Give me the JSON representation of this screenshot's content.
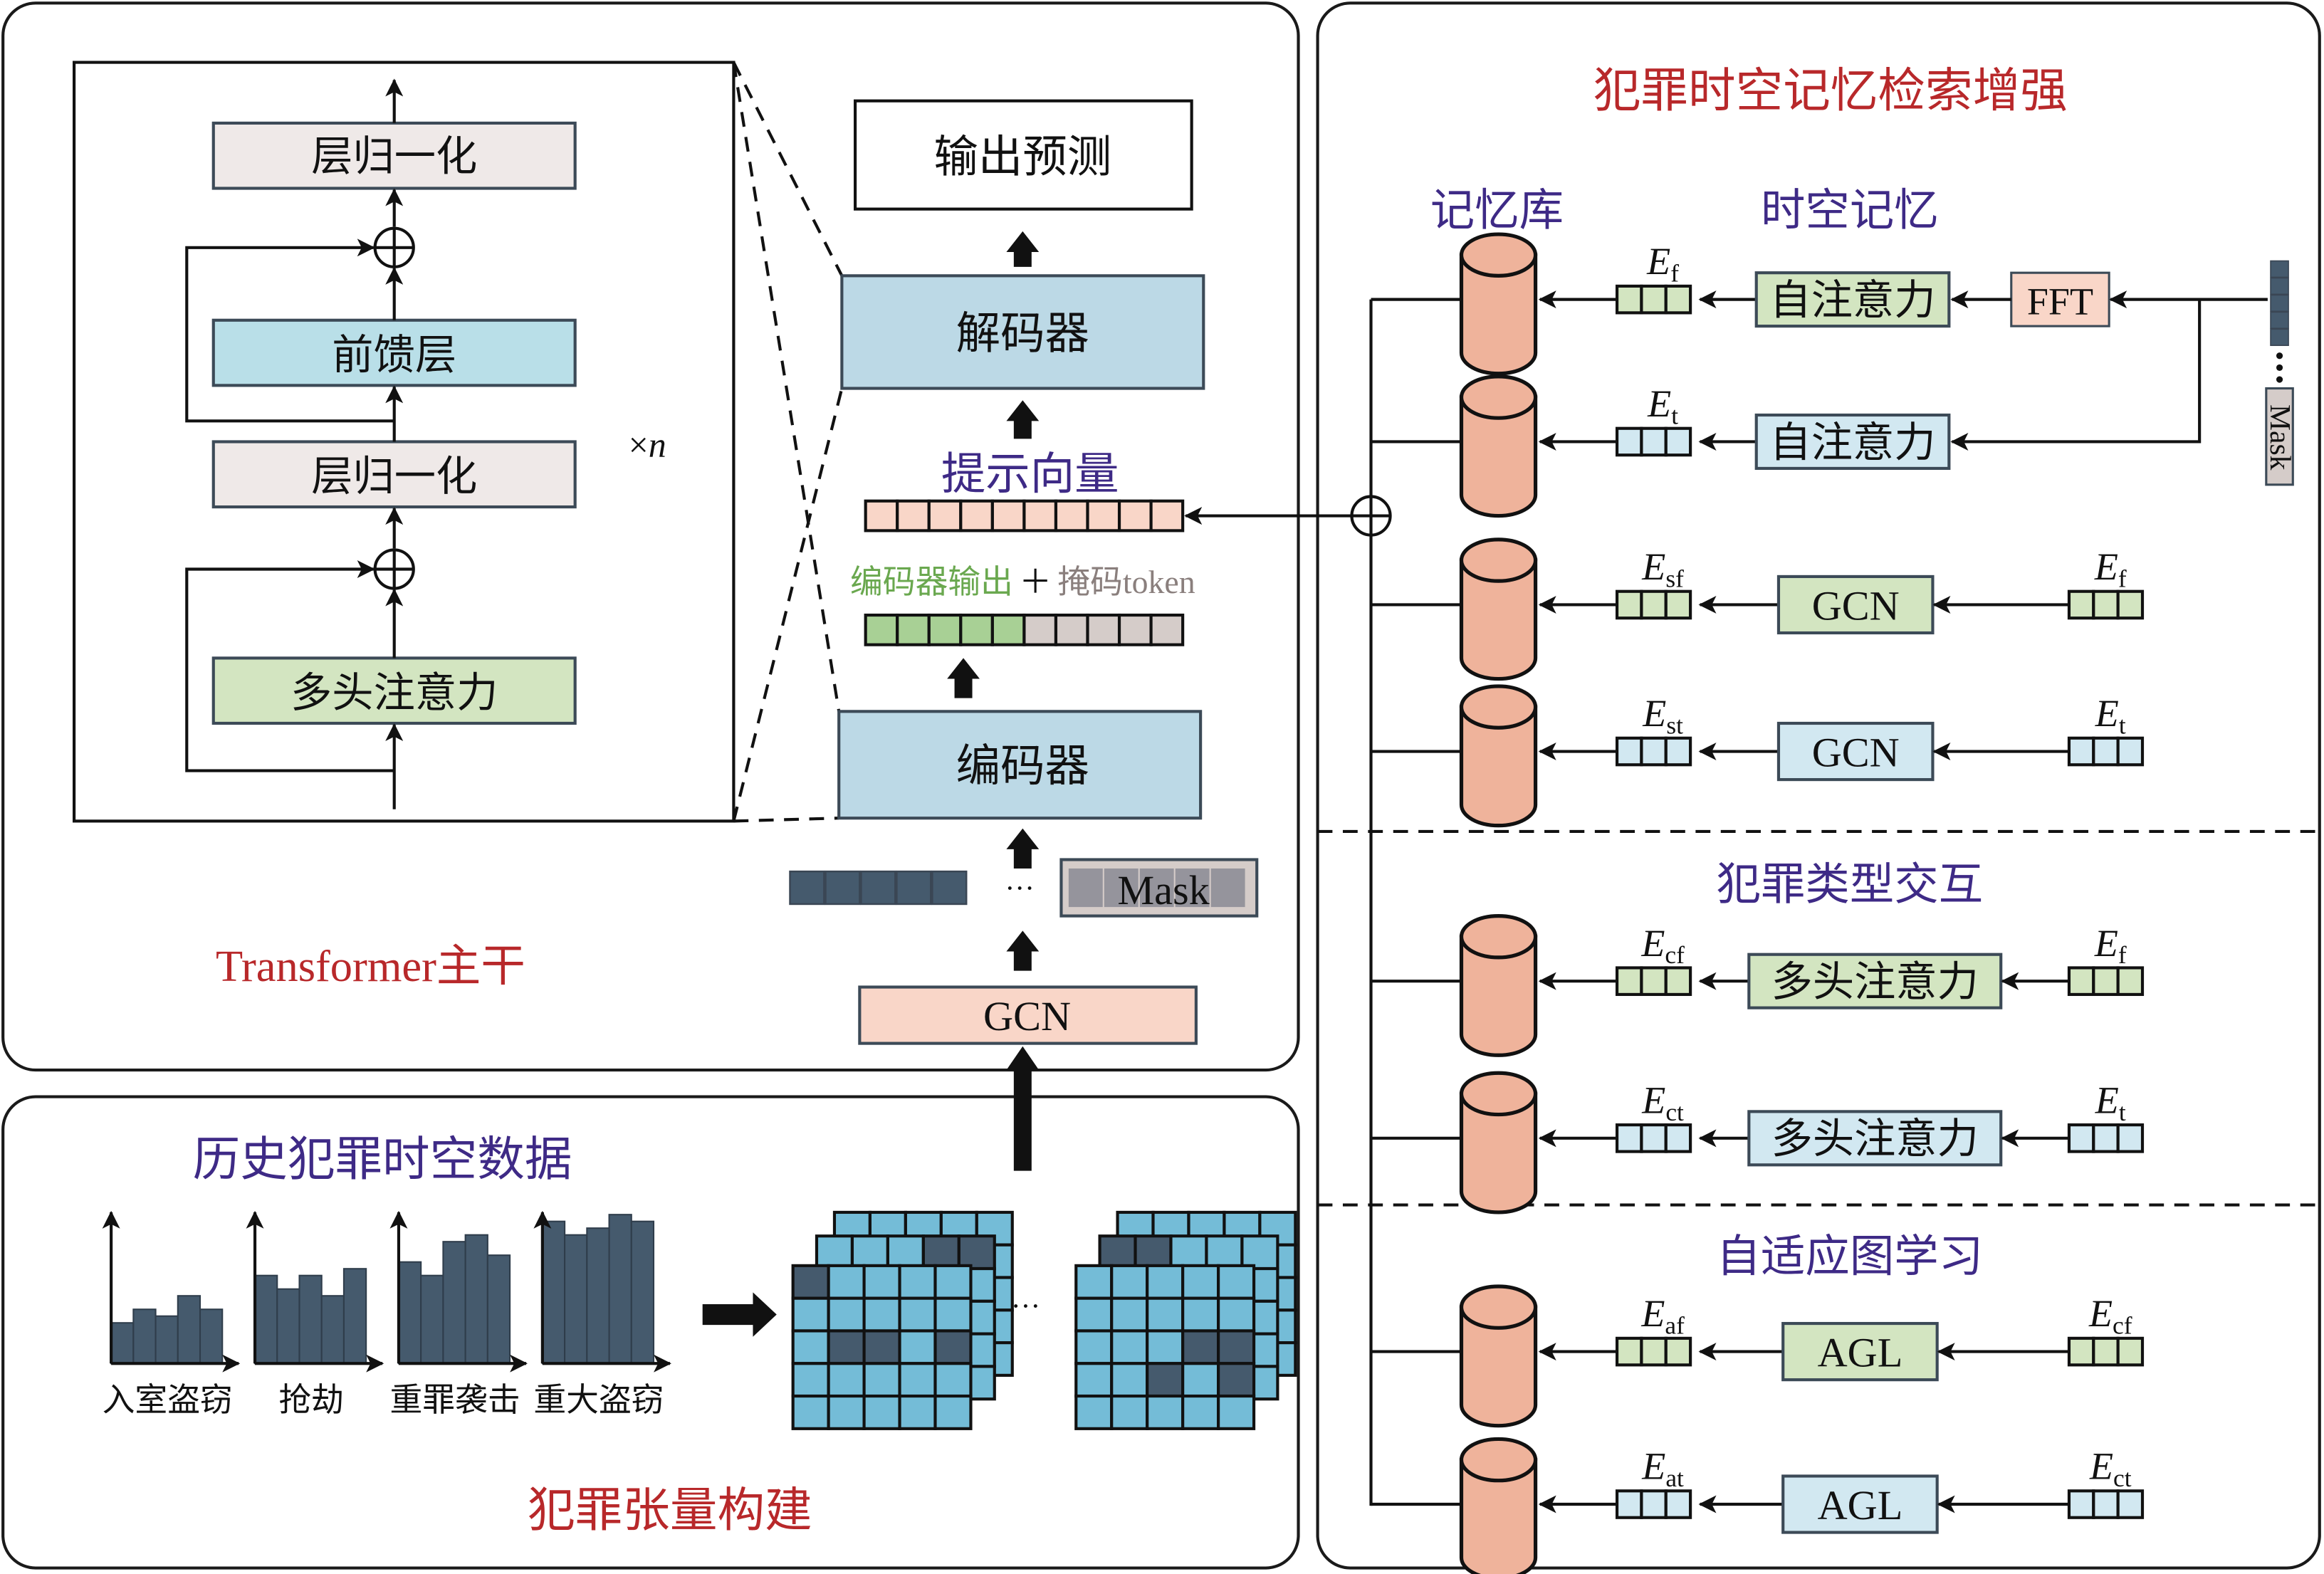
{
  "colors": {
    "layernorm": "#efe9e8",
    "feedforward": "#b9dfe8",
    "attention_green": "#d3e5c1",
    "attention_blue": "#d2e8f1",
    "encoder_decoder": "#bcd9e6",
    "gcn_pink": "#f9d6c8",
    "prompt_cell": "#f9d6c8",
    "encoder_out_cell": "#a8d095",
    "mask_token_cell": "#d5ccc9",
    "input_token": "#455a6d",
    "memory_bank": "#efb39b",
    "tensor_light": "#74bcd7",
    "tensor_dark": "#455a6d",
    "bar": "#455a6d",
    "title_red": "#b8282a",
    "title_purple": "#3e2a86"
  },
  "transformer_panel": {
    "title": "Transformer主干",
    "block": {
      "top_layernorm": "层归一化",
      "feedforward": "前馈层",
      "mid_layernorm": "层归一化",
      "attention": "多头注意力",
      "repeat": "×",
      "repeat_var": "n"
    },
    "output": "输出预测",
    "decoder": "解码器",
    "prompt_label": "提示向量",
    "encoder_out_label": "编码器输出",
    "plus": "＋",
    "mask_token_label": "掩码token",
    "encoder": "编码器",
    "ellipsis": "···",
    "mask": "Mask",
    "gcn": "GCN"
  },
  "tensor_panel": {
    "title": "犯罪张量构建",
    "subtitle": "历史犯罪时空数据",
    "ellipsis": "···",
    "categories": [
      "入室盗窃",
      "抢劫",
      "重罪袭击",
      "重大盗窃"
    ],
    "bar_values": [
      [
        3,
        4,
        3.5,
        5,
        4
      ],
      [
        6.5,
        5.5,
        6.5,
        5,
        7
      ],
      [
        7.5,
        6.5,
        9,
        9.5,
        8
      ],
      [
        10.5,
        9.5,
        10,
        11,
        10.5
      ]
    ],
    "tensor_a_dark_cells": [
      [
        0,
        0
      ],
      [
        2,
        1
      ],
      [
        2,
        2
      ],
      [
        2,
        4
      ]
    ],
    "tensor_a_mid_dark_cells": [
      [
        0,
        3
      ],
      [
        0,
        4
      ]
    ],
    "tensor_b_dark_cells": [
      [
        2,
        3
      ],
      [
        2,
        4
      ],
      [
        3,
        2
      ],
      [
        3,
        4
      ]
    ],
    "tensor_b_mid_dark_cells": [
      [
        0,
        0
      ],
      [
        0,
        1
      ]
    ]
  },
  "memory_panel": {
    "title": "犯罪时空记忆检索增强",
    "memory_bank_label": "记忆库",
    "st_memory_label": "时空记忆",
    "fft": "FFT",
    "input_mask": "Mask",
    "sections": [
      {
        "title": "",
        "rows": [
          {
            "out": "E",
            "out_sub": "f",
            "module": "自注意力",
            "in": "",
            "in_sub": "",
            "color": "green"
          },
          {
            "out": "E",
            "out_sub": "t",
            "module": "自注意力",
            "in": "",
            "in_sub": "",
            "color": "blue"
          },
          {
            "out": "E",
            "out_sub": "sf",
            "module": "GCN",
            "in": "E",
            "in_sub": "f",
            "color": "green"
          },
          {
            "out": "E",
            "out_sub": "st",
            "module": "GCN",
            "in": "E",
            "in_sub": "t",
            "color": "blue"
          }
        ]
      },
      {
        "title": "犯罪类型交互",
        "rows": [
          {
            "out": "E",
            "out_sub": "cf",
            "module": "多头注意力",
            "in": "E",
            "in_sub": "f",
            "color": "green"
          },
          {
            "out": "E",
            "out_sub": "ct",
            "module": "多头注意力",
            "in": "E",
            "in_sub": "t",
            "color": "blue"
          }
        ]
      },
      {
        "title": "自适应图学习",
        "rows": [
          {
            "out": "E",
            "out_sub": "af",
            "module": "AGL",
            "in": "E",
            "in_sub": "cf",
            "color": "green"
          },
          {
            "out": "E",
            "out_sub": "at",
            "module": "AGL",
            "in": "E",
            "in_sub": "ct",
            "color": "blue"
          }
        ]
      }
    ]
  }
}
